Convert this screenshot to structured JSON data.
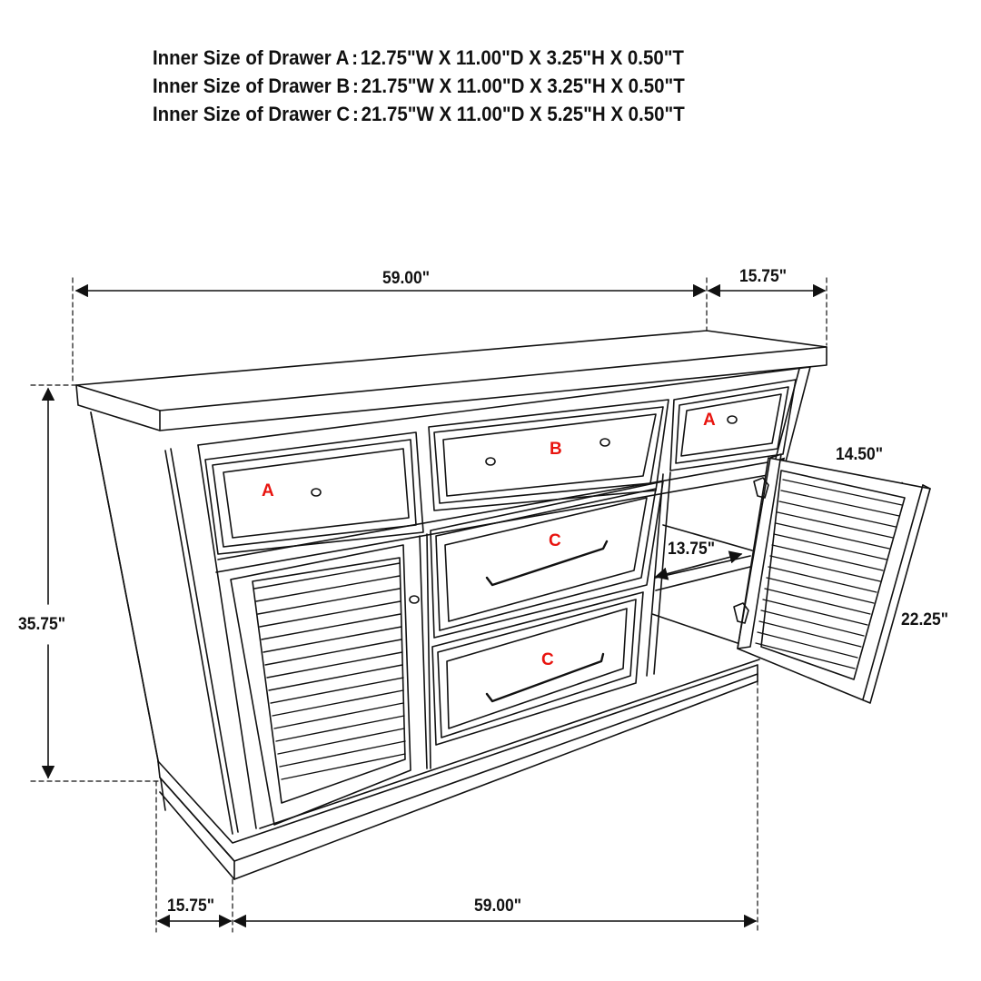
{
  "specs": [
    {
      "label": "Inner Size of Drawer A",
      "value": "12.75\"W X 11.00\"D X 3.25\"H X 0.50\"T"
    },
    {
      "label": "Inner Size of Drawer B",
      "value": "21.75\"W X 11.00\"D X 3.25\"H X 0.50\"T"
    },
    {
      "label": "Inner Size of Drawer C",
      "value": "21.75\"W X 11.00\"D X 5.25\"H X 0.50\"T"
    }
  ],
  "separator": ":",
  "dimensions": {
    "top_width": "59.00\"",
    "top_depth": "15.75\"",
    "height": "35.75\"",
    "bottom_depth": "15.75\"",
    "bottom_width": "59.00\"",
    "door_width": "14.50\"",
    "door_height": "22.25\"",
    "shelf_depth": "13.75\""
  },
  "drawer_labels": {
    "left_top": "A",
    "center_top": "B",
    "right_top": "A",
    "center_middle": "C",
    "center_bottom": "C"
  },
  "colors": {
    "line": "#111111",
    "label": "#e8140f",
    "background": "#ffffff"
  }
}
